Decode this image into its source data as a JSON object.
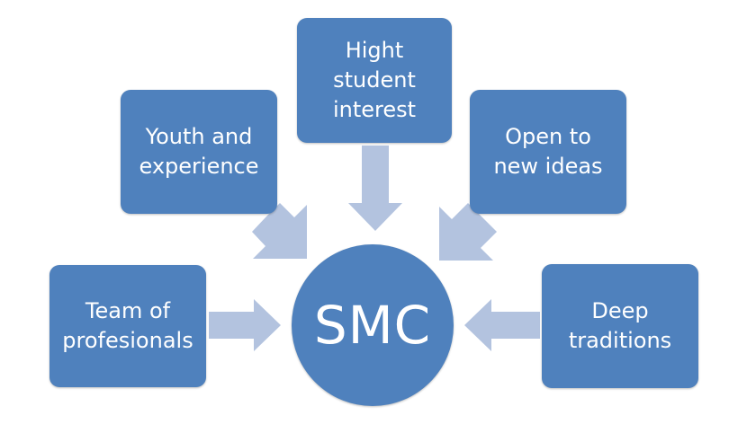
{
  "diagram": {
    "center": {
      "label": "SMC"
    },
    "top_left": {
      "label": "Youth and\nexperience"
    },
    "top_center": {
      "label": "Hight\nstudent\ninterest"
    },
    "top_right": {
      "label": "Open to\nnew ideas"
    },
    "left": {
      "label": "Team of\nprofesionals"
    },
    "right": {
      "label": "Deep\ntraditions"
    }
  },
  "colors": {
    "node_fill": "#4f81bd",
    "arrow_fill": "#b3c3df",
    "text": "#ffffff"
  }
}
